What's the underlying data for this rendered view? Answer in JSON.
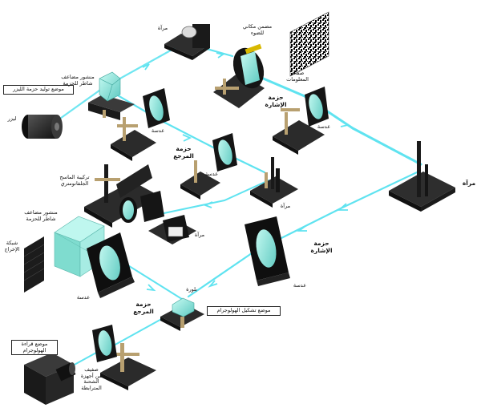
{
  "labels": {
    "laser_position": "موضع توليد حزمة الليزر",
    "laser": "ليزر",
    "beam_splitter_top": "منشور مضاعف\nشاطر للحزمة",
    "mirror_top": "مرآة",
    "spatial_modulator": "مضمن مكاني\nللضوء",
    "data_panel": "صفحة\nالمعلومات",
    "signal_beam_top": "حزمة\nالإشارة",
    "lens_1": "عدسة",
    "lens_2": "عدسة",
    "reference_beam_mid": "حزمة\nالمرجع",
    "lens_3": "عدسة",
    "mirror_mid": "مرآة",
    "mirror_right": "مرآة",
    "galvo": "تركيبة الماسح\nالجلفانومتري",
    "beam_splitter_left": "منشور مضاعف\nشاطر للحزمة",
    "mirror_left": "مرآة",
    "output_grid": "شبكة\nالإخراج",
    "lens_4": "عدسة",
    "lens_5": "عدسة",
    "signal_beam_bottom": "حزمة\nالإشارة",
    "crystal": "بلورة",
    "reference_beam_bottom": "حزمة\nالمرجع",
    "hologram_position": "موضع تشكيل الهولوجرام",
    "hologram_read_position": "موضع قراءة\nالهولوجرام",
    "ccd_array": "صفيف\nمن أجهزة\nالشحنة\nالمترابطة"
  },
  "colors": {
    "beam": "#5fe3f0",
    "optic": "#8fe8d8",
    "mount": "#1c1c1c",
    "base": "#2a2a2a",
    "brass": "#b8a070"
  }
}
